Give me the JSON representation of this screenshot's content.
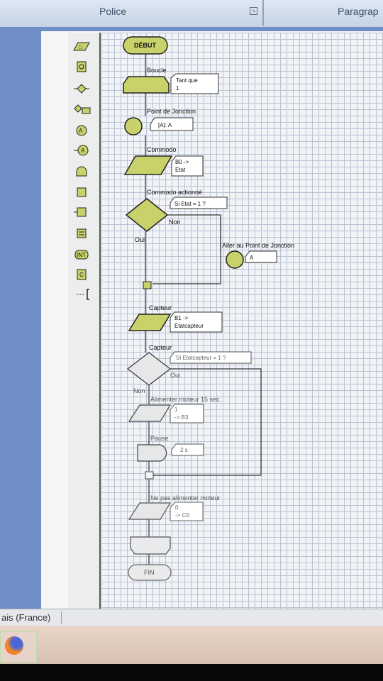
{
  "ribbon": {
    "group_font": "Police",
    "group_paragraph": "Paragrap"
  },
  "status": {
    "language": "ais (France)"
  },
  "palette": {
    "tools": [
      "io-parallelogram-icon",
      "subroutine-icon",
      "decision-diamond-icon",
      "junction-branch-icon",
      "jump-circle-icon",
      "goto-circle-icon",
      "delay-dome-icon",
      "process-box-icon",
      "process-box-alt-icon",
      "equal-box-icon",
      "interrupt-icon",
      "call-c-icon",
      "comment-bracket-icon"
    ],
    "int_label": "INT",
    "c_label": "C"
  },
  "flow": {
    "debut": "DÉBUT",
    "fin": "FIN",
    "boucle": {
      "label": "Boucle",
      "line1": "Tant que",
      "line2": "1"
    },
    "junction": {
      "label": "Point de Jonction",
      "box": "[A]: A"
    },
    "commodo": {
      "label": "Commodo",
      "line1": "B0 ->",
      "line2": "Etat"
    },
    "commodo_test": {
      "label": "Commodo actionné",
      "cond": "Si  Etat = 1 ?",
      "no": "Non",
      "yes": "Oui"
    },
    "goto": {
      "label": "Aller au Point de Jonction",
      "box": "A"
    },
    "capteur": {
      "label": "Capteur",
      "line1": "B1 ->",
      "line2": "Etatcapteur"
    },
    "capteur_test": {
      "label": "Capteur",
      "cond": "Si  Etatcapteur = 1 ?",
      "yes": "Oui",
      "no": "Non"
    },
    "moteur_on": {
      "label": "Alimenter moteur 15 sec.",
      "line1": "1",
      "line2": "-> B3"
    },
    "pause": {
      "label": "Pause",
      "box": "2 s"
    },
    "moteur_off": {
      "label": "Ne pas alimenter moteur",
      "line1": "0",
      "line2": "-> C0"
    }
  },
  "colors": {
    "shape_fill": "#c9d26a",
    "shape_stroke": "#333333",
    "faded_fill": "#e6e7e9",
    "grid_line": "#b9c3d3"
  }
}
